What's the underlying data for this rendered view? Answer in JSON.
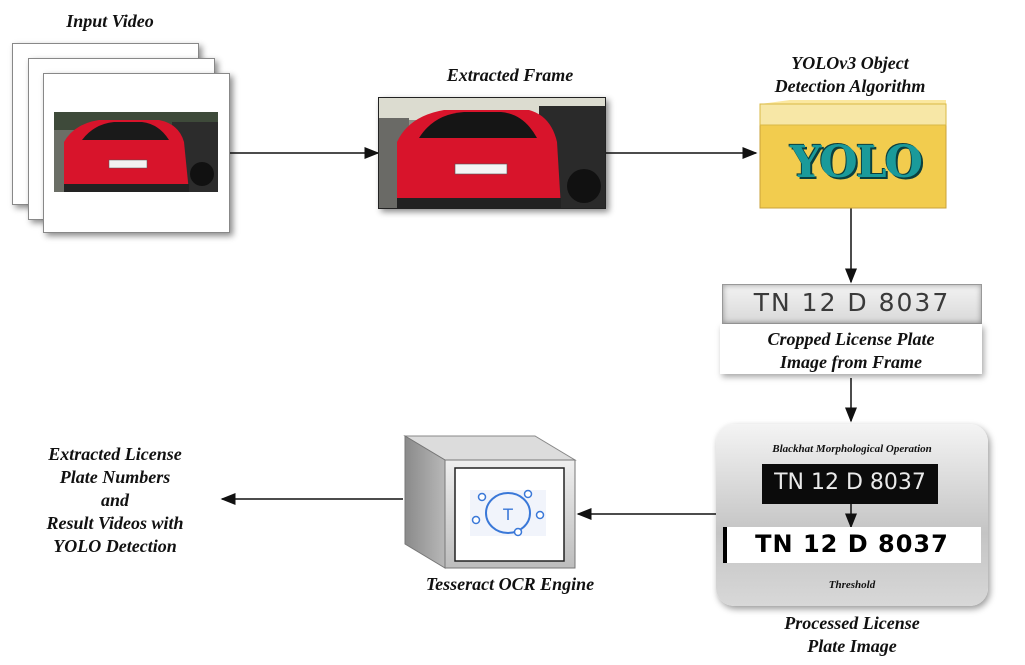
{
  "labels": {
    "input_video": "Input Video",
    "extracted_frame": "Extracted Frame",
    "yolo_title_1": "YOLOv3 Object",
    "yolo_title_2": "Detection Algorithm",
    "yolo_logo": "YOLO",
    "cropped_1": "Cropped License Plate",
    "cropped_2": "Image from Frame",
    "blackhat": "Blackhat Morphological Operation",
    "threshold": "Threshold",
    "processed_1": "Processed License",
    "processed_2": "Plate Image",
    "tesseract": "Tesseract OCR Engine",
    "output_1": "Extracted License",
    "output_2": "Plate Numbers",
    "output_3": "and",
    "output_4": "Result Videos with",
    "output_5": "YOLO Detection"
  },
  "plates": {
    "cropped": "TN 12 D 8037",
    "blackhat": "TN 12 D 8037",
    "threshold": "TN 12 D 8037"
  },
  "colors": {
    "car_red": "#d8142b",
    "yolo_box": "#f2cc4e",
    "yolo_text": "#1a9a9a",
    "panel_gray": "#c9c9c9"
  }
}
